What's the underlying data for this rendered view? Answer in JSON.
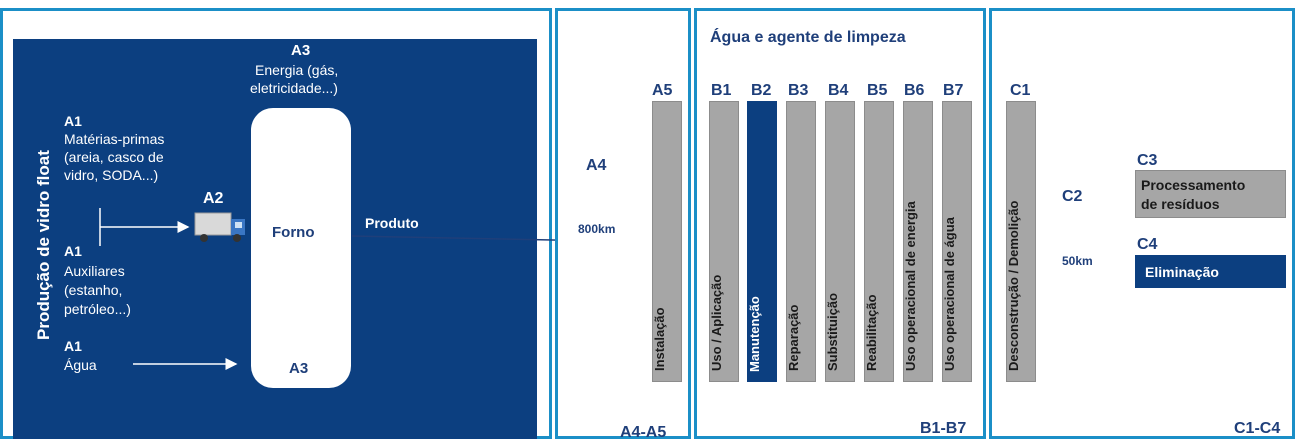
{
  "colors": {
    "panel_border": "#1b8fc7",
    "dark_blue": "#0c3f80",
    "text_blue": "#1f3f7a",
    "gray": "#a6a6a6"
  },
  "production": {
    "vertical_title": "Produção de vidro float",
    "a3_top_code": "A3",
    "a3_top_text": [
      "Energia (gás,",
      "eletricidade...)"
    ],
    "a1_raw_code": "A1",
    "a1_raw_text": [
      "Matérias-primas",
      "(areia, casco de",
      "vidro, SODA...)"
    ],
    "a2_code": "A2",
    "a1_aux_code": "A1",
    "a1_aux_text": [
      "Auxiliares",
      "(estanho,",
      "petróleo...)"
    ],
    "a1_water_code": "A1",
    "a1_water_text": "Água",
    "furnace_label": "Forno",
    "furnace_bottom_code": "A3",
    "product_label": "Produto"
  },
  "a4a5": {
    "a4_code": "A4",
    "a4_distance": "800km",
    "a5_code": "A5",
    "a5_bar": "Instalação",
    "footer": "A4-A5"
  },
  "b": {
    "header": "Água e agente de limpeza",
    "bars": [
      {
        "code": "B1",
        "label": "Uso / Aplicação",
        "style": "gray"
      },
      {
        "code": "B2",
        "label": "Manutenção",
        "style": "dark"
      },
      {
        "code": "B3",
        "label": "Reparação",
        "style": "gray"
      },
      {
        "code": "B4",
        "label": "Substituição",
        "style": "gray"
      },
      {
        "code": "B5",
        "label": "Reabilitação",
        "style": "gray"
      },
      {
        "code": "B6",
        "label": "Uso operacional de energia",
        "style": "gray"
      },
      {
        "code": "B7",
        "label": "Uso operacional de água",
        "style": "gray"
      }
    ],
    "footer": "B1-B7"
  },
  "c": {
    "c1_code": "C1",
    "c1_bar": "Desconstrução / Demolição",
    "c2_code": "C2",
    "c2_distance": "50km",
    "c3_code": "C3",
    "c3_text": [
      "Processamento",
      "de resíduos"
    ],
    "c4_code": "C4",
    "c4_text": "Eliminação",
    "footer": "C1-C4"
  }
}
